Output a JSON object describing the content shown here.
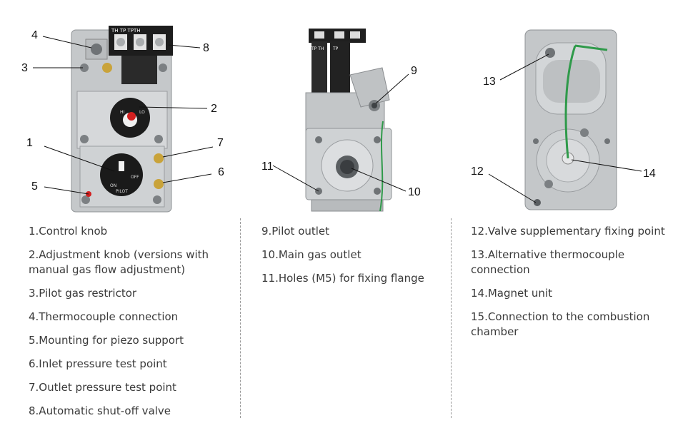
{
  "callouts": {
    "p1": [
      "1",
      "2",
      "3",
      "4",
      "5",
      "6",
      "7",
      "8"
    ],
    "p2": [
      "9",
      "10",
      "11"
    ],
    "p3": [
      "12",
      "13",
      "14"
    ]
  },
  "device_labels": {
    "p1_terminals": "TH TP TPTH",
    "p1_knob_hi": "HI",
    "p1_knob_lo": "LO",
    "p1_knob_on": "ON",
    "p1_knob_off": "OFF",
    "p1_knob_pilot": "PILOT",
    "p2_terminals_a": "TP TH",
    "p2_terminals_b": "TP",
    "p2_terminals_c": "TH"
  },
  "legend": {
    "col1": [
      "1.Control knob",
      "2.Adjustment knob (versions with manual gas flow adjustment)",
      "3.Pilot gas restrictor",
      "4.Thermocouple connection",
      "5.Mounting for piezo support",
      "6.Inlet pressure test point",
      "7.Outlet pressure test point",
      "8.Automatic shut-off valve"
    ],
    "col2": [
      "9.Pilot outlet",
      "10.Main gas outlet",
      "11.Holes (M5) for fixing flange"
    ],
    "col3": [
      "12.Valve supplementary fixing point",
      "13.Alternative thermocouple connection",
      "14.Magnet unit",
      "15.Connection to the combustion chamber"
    ]
  },
  "colors": {
    "metal": "#c9ccce",
    "metal_dark": "#8d9194",
    "accent_red": "#d21f1f",
    "wire_green": "#2f9a4a",
    "brass": "#c9a33a"
  }
}
